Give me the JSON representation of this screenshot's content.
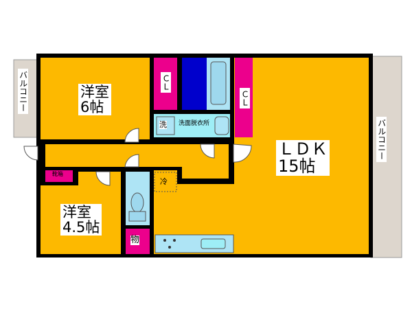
{
  "colors": {
    "room": "#fdb900",
    "closet": "#ec008c",
    "bath": "#aee4f5",
    "water": "#0000cc",
    "wash": "#9eeef6",
    "balcony": "#ddd6cd",
    "wall": "#000000"
  },
  "balcony_left": "バルコニー",
  "balcony_right": "バルコニー",
  "room_6": {
    "name": "洋室",
    "size": "6帖"
  },
  "room_45": {
    "name": "洋室",
    "size": "4.5帖"
  },
  "ldk": {
    "name": "ＬＤＫ",
    "size": "15帖"
  },
  "closet_1": "ＣＬ",
  "closet_2": "ＣＬ",
  "washroom": "洗面脱衣所",
  "washer": "洗",
  "shoe_box": "靴箱",
  "fridge": "冷",
  "storage": "物"
}
